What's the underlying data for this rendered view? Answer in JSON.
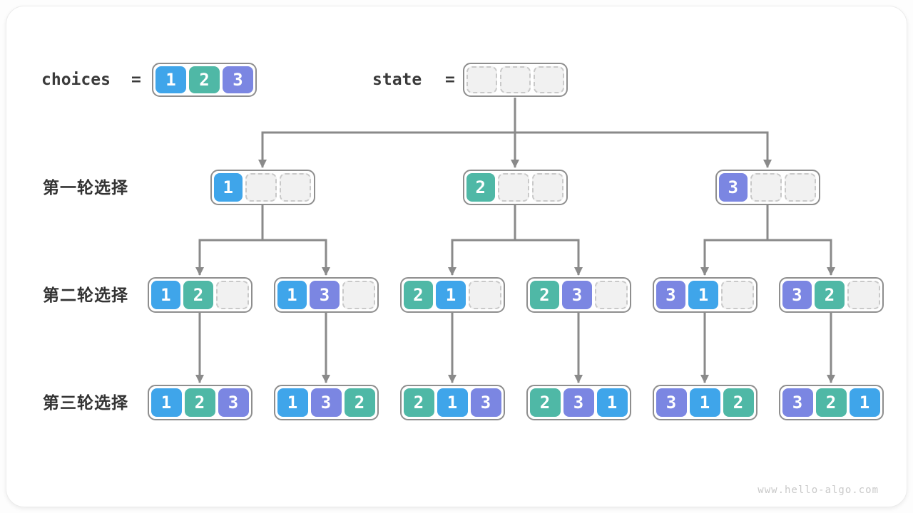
{
  "header": {
    "choices_label": "choices",
    "equals": "=",
    "choices_values": [
      1,
      2,
      3
    ],
    "state_label": "state",
    "state_values": [
      null,
      null,
      null
    ]
  },
  "rows": [
    {
      "label": "第一轮选择",
      "nodes": [
        [
          1,
          null,
          null
        ],
        [
          2,
          null,
          null
        ],
        [
          3,
          null,
          null
        ]
      ]
    },
    {
      "label": "第二轮选择",
      "nodes": [
        [
          1,
          2,
          null
        ],
        [
          1,
          3,
          null
        ],
        [
          2,
          1,
          null
        ],
        [
          2,
          3,
          null
        ],
        [
          3,
          1,
          null
        ],
        [
          3,
          2,
          null
        ]
      ]
    },
    {
      "label": "第三轮选择",
      "nodes": [
        [
          1,
          2,
          3
        ],
        [
          1,
          3,
          2
        ],
        [
          2,
          1,
          3
        ],
        [
          2,
          3,
          1
        ],
        [
          3,
          1,
          2
        ],
        [
          3,
          2,
          1
        ]
      ]
    }
  ],
  "tree": {
    "state_to_row1": [
      0,
      1,
      2
    ],
    "row1_to_row2": [
      [
        0,
        1
      ],
      [
        2,
        3
      ],
      [
        4,
        5
      ]
    ],
    "row2_to_row3": [
      0,
      1,
      2,
      3,
      4,
      5
    ]
  },
  "palette": {
    "1": "#3fa5ea",
    "2": "#4fb8a6",
    "3": "#7b86e2",
    "arrow": "#8a8a8a",
    "node_border": "#8e8e8e",
    "empty_fill": "#f1f1f1",
    "empty_border": "#c9c9c9"
  },
  "watermark": "www.hello-algo.com"
}
